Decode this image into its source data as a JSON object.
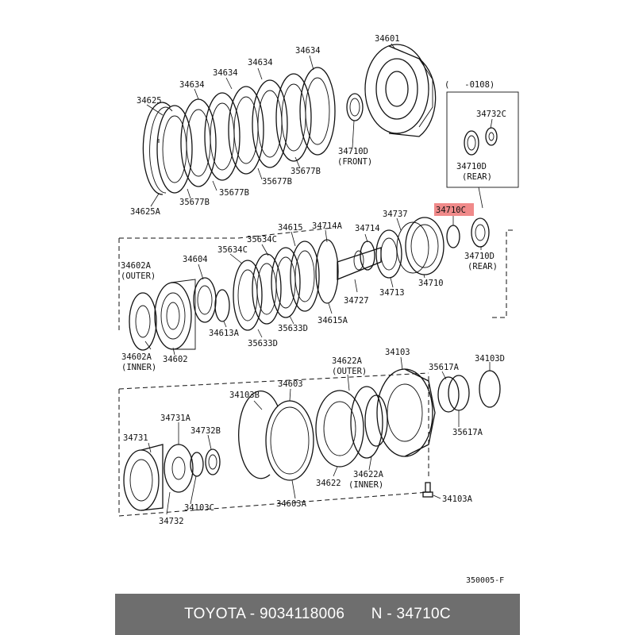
{
  "diagram": {
    "labels": {
      "p34601": "34601",
      "p34634a": "34634",
      "p34634b": "34634",
      "p34634c": "34634",
      "p34634d": "34634",
      "p34625": "34625",
      "p34625a": "34625A",
      "p35677b_a": "35677B",
      "p35677b_b": "35677B",
      "p35677b_c": "35677B",
      "p35677b_d": "35677B",
      "p34710d_front": "34710D",
      "front": "(FRONT)",
      "inset_range": "(   -0108)",
      "p34732c": "34732C",
      "p34710d_inset": "34710D",
      "rear_inset": "(REAR)",
      "p34710c": "34710C",
      "p34710d_rear": "34710D",
      "rear": "(REAR)",
      "p34737": "34737",
      "p34714a": "34714A",
      "p34714": "34714",
      "p34615": "34615",
      "p35634c_a": "35634C",
      "p35634c_b": "35634C",
      "p34604": "34604",
      "p34602a_outer": "34602A",
      "outer": "(OUTER)",
      "p34710": "34710",
      "p34713": "34713",
      "p34727": "34727",
      "p34615a": "34615A",
      "p35633d_a": "35633D",
      "p35633d_b": "35633D",
      "p34613a": "34613A",
      "p34602a_inner": "34602A",
      "inner": "(INNER)",
      "p34602": "34602",
      "p34622a_outer": "34622A",
      "outer2": "(OUTER)",
      "p34103": "34103",
      "p34103d": "34103D",
      "p35617a_a": "35617A",
      "p35617a_b": "35617A",
      "p34603": "34603",
      "p34103b": "34103B",
      "p34731a": "34731A",
      "p34731": "34731",
      "p34732b": "34732B",
      "p34103c": "34103C",
      "p34732": "34732",
      "p34603a": "34603A",
      "p34622": "34622",
      "p34622a_inner": "34622A",
      "inner2": "(INNER)",
      "p34103a": "34103A",
      "figure_code": "350005-F"
    }
  },
  "footer": {
    "caption": "TOYOTA - 9034118006      N - 34710C"
  },
  "colors": {
    "highlight": "#f08a8a",
    "footer_bg": "#6e6e6e",
    "footer_text": "#ffffff"
  }
}
